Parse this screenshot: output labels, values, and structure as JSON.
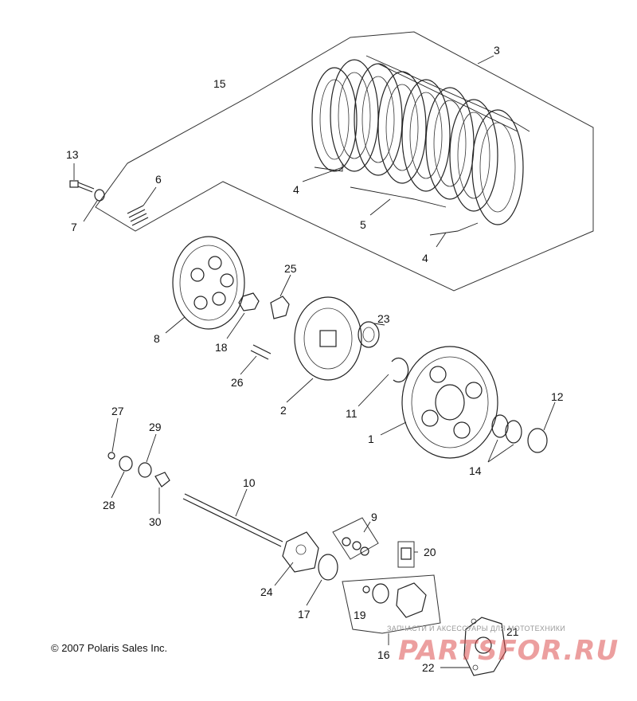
{
  "callouts": [
    {
      "id": "1",
      "text": "1"
    },
    {
      "id": "2",
      "text": "2"
    },
    {
      "id": "3",
      "text": "3"
    },
    {
      "id": "4a",
      "text": "4"
    },
    {
      "id": "4b",
      "text": "4"
    },
    {
      "id": "5",
      "text": "5"
    },
    {
      "id": "6",
      "text": "6"
    },
    {
      "id": "7",
      "text": "7"
    },
    {
      "id": "8",
      "text": "8"
    },
    {
      "id": "9",
      "text": "9"
    },
    {
      "id": "10",
      "text": "10"
    },
    {
      "id": "11",
      "text": "11"
    },
    {
      "id": "12",
      "text": "12"
    },
    {
      "id": "13",
      "text": "13"
    },
    {
      "id": "14",
      "text": "14"
    },
    {
      "id": "15",
      "text": "15"
    },
    {
      "id": "16",
      "text": "16"
    },
    {
      "id": "17",
      "text": "17"
    },
    {
      "id": "18",
      "text": "18"
    },
    {
      "id": "19",
      "text": "19"
    },
    {
      "id": "20",
      "text": "20"
    },
    {
      "id": "21",
      "text": "21"
    },
    {
      "id": "22",
      "text": "22"
    },
    {
      "id": "23",
      "text": "23"
    },
    {
      "id": "24",
      "text": "24"
    },
    {
      "id": "25",
      "text": "25"
    },
    {
      "id": "26",
      "text": "26"
    },
    {
      "id": "27",
      "text": "27"
    },
    {
      "id": "28",
      "text": "28"
    },
    {
      "id": "29",
      "text": "29"
    },
    {
      "id": "30",
      "text": "30"
    }
  ],
  "copyright": "© 2007 Polaris Sales Inc.",
  "watermark": {
    "caption": "ЗАПЧАСТИ И АКСЕССУАРЫ ДЛЯ МОТОТЕХНИКИ",
    "logo": "PARTSFOR.RU"
  },
  "colors": {
    "line": "#222222",
    "background": "#ffffff",
    "watermark_logo": "#dc5050"
  }
}
